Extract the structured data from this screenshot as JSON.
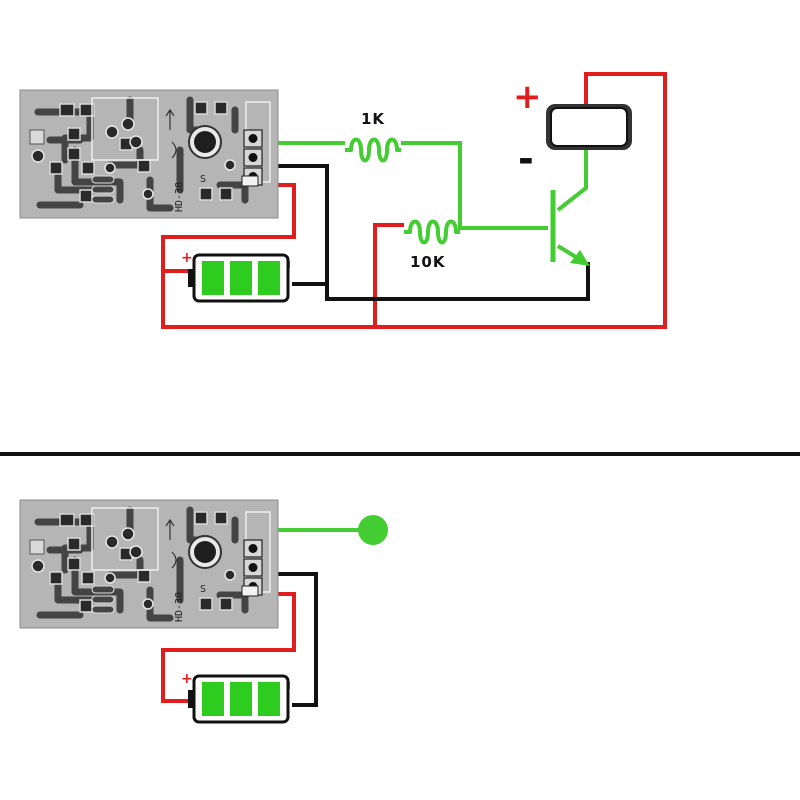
{
  "diagram": {
    "top": {
      "module_label": "HD-38",
      "module_silk_letter": "S",
      "resistor_top_label": "1K",
      "resistor_bottom_label": "10K",
      "relay_plus": "+",
      "relay_minus": "-",
      "battery_plus": "+",
      "battery_minus": "I"
    },
    "bottom": {
      "module_label": "HD-38",
      "module_silk_letter": "S",
      "battery_plus": "+",
      "battery_minus": "I"
    }
  },
  "colors": {
    "red_wire": "#e11d1d",
    "black_wire": "#111111",
    "green_wire": "#44cc33",
    "battery_green": "#2ecc1e",
    "pcb_bg": "#b9b9b9",
    "pcb_dark": "#3a3a3a"
  }
}
